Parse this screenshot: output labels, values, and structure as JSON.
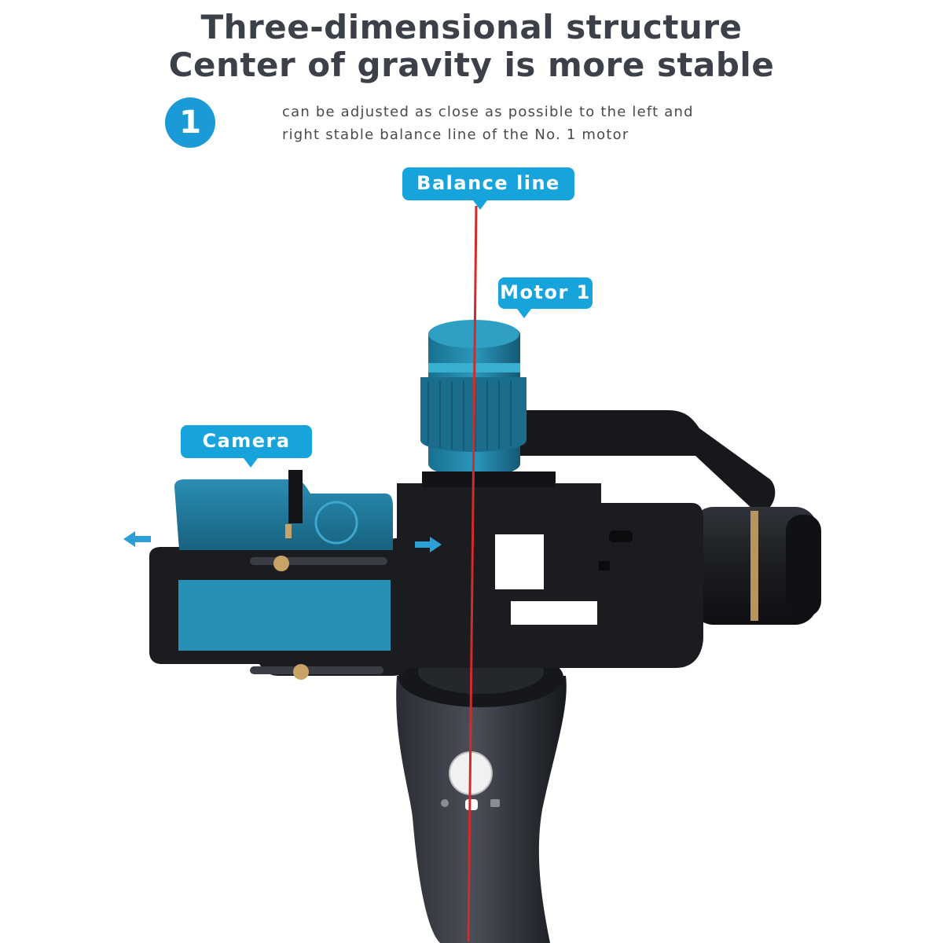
{
  "headline": {
    "line1": "Three-dimensional structure",
    "line2": "Center of gravity is more stable"
  },
  "step": {
    "number": "1",
    "description_line1": "can be adjusted as close as possible to the left and",
    "description_line2": "right stable balance line of the No. 1 motor"
  },
  "callouts": {
    "balance_line": "Balance line",
    "motor": "Motor 1",
    "camera": "Camera"
  },
  "colors": {
    "accent_blue": "#17a4dd",
    "balance_line_red": "#d12b2b",
    "camera_teal": "#1f7fa3",
    "gimbal_black": "#1b1c1f",
    "heading_gray": "#3c4048"
  },
  "icons": [
    "arrow-left-icon",
    "arrow-right-icon"
  ]
}
